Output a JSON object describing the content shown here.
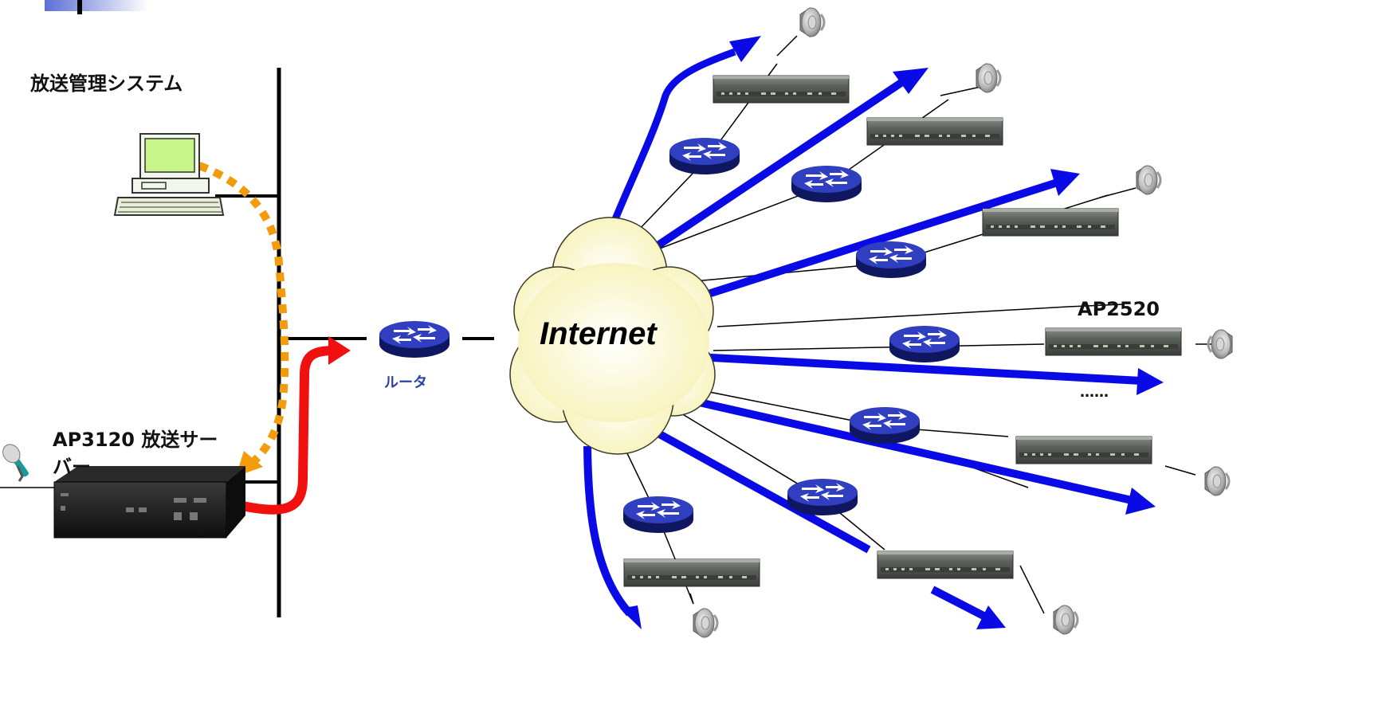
{
  "labels": {
    "management_system": "放送管理システム",
    "router": "ルータ",
    "internet": "Internet",
    "server_line1": "AP3120 放送サー",
    "server_line2": "バー",
    "terminal_model": "AP2520",
    "ellipsis": "……"
  },
  "colors": {
    "broadcast_arrow": "#0a0ae6",
    "server_uplink": "#f01010",
    "management_link": "#f29b0c",
    "cloud_fill": "#fbf8c8",
    "router_body": "#1e2aa3",
    "terminal_body": "#5a5f5a",
    "server_body": "#1a1a1a"
  },
  "icons": [
    "corner-tab-icon",
    "desktop-pc-icon",
    "microphone-icon",
    "router-icon",
    "speaker-icon",
    "cloud-icon",
    "terminal-device-icon",
    "broadcast-server-icon"
  ]
}
